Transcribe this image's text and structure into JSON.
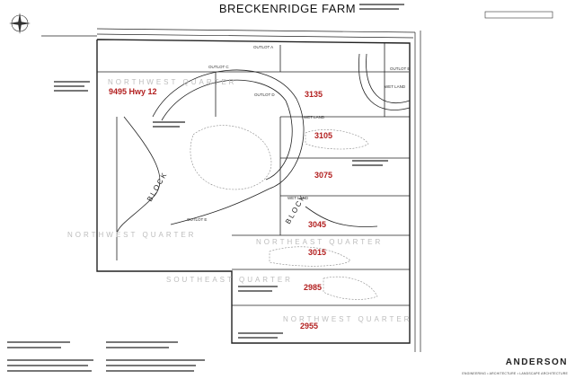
{
  "title": "BRECKENRIDGE  FARM",
  "parcels": [
    {
      "id": "9495",
      "label": "9495 Hwy 12"
    },
    {
      "id": "3135",
      "label": "3135"
    },
    {
      "id": "3105",
      "label": "3105"
    },
    {
      "id": "3075",
      "label": "3075"
    },
    {
      "id": "3045",
      "label": "3045"
    },
    {
      "id": "3015",
      "label": "3015"
    },
    {
      "id": "2985",
      "label": "2985"
    },
    {
      "id": "2955",
      "label": "2955"
    }
  ],
  "labels": {
    "block": "BLOCK",
    "outlot_a": "OUTLOT A",
    "outlot_b": "OUTLOT B",
    "outlot_c": "OUTLOT C",
    "outlot_d": "OUTLOT D",
    "outlot_e": "OUTLOT E",
    "northwest_quarter": "NORTHWEST QUARTER",
    "southeast_quarter": "SOUTHEAST QUARTER",
    "northeast_quarter": "NORTHEAST QUARTER",
    "wet_land": "WET LAND"
  },
  "firm": {
    "name": "ANDERSON",
    "sub": "ENGINEERING  •  ARCHITECTURE  •  LANDSCAPE ARCHITECTURE"
  },
  "colors": {
    "parcel_label": "#b21f1f",
    "line": "#222222",
    "light_line": "#8a8a8a"
  }
}
